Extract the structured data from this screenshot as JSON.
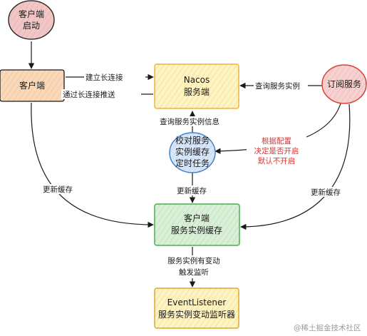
{
  "nodes": {
    "client_start": {
      "lines": [
        "客户端",
        "启动"
      ]
    },
    "client": {
      "lines": [
        "客户端"
      ]
    },
    "nacos": {
      "lines": [
        "Nacos",
        "服务端"
      ]
    },
    "subscribe": {
      "lines": [
        "订阅服务"
      ]
    },
    "verify_task": {
      "lines": [
        "校对服务",
        "实例缓存",
        "定时任务"
      ]
    },
    "client_cache": {
      "lines": [
        "客户端",
        "服务实例缓存"
      ]
    },
    "listener": {
      "lines": [
        "EventListener",
        "服务实例变动监听器"
      ]
    }
  },
  "edges": {
    "build_conn": "建立长连接",
    "push_conn": "通过长连接推送",
    "query_instance": "查询服务实例",
    "query_instance_info": "查询服务实例信息",
    "config_note": [
      "根据配置",
      "决定是否开启",
      "默认不开启"
    ],
    "update_cache_left": "更新缓存",
    "update_cache_mid": "更新缓存",
    "update_cache_right": "更新缓存",
    "instance_change": [
      "服务实例有变动",
      "触发监听"
    ]
  },
  "watermark": "@稀土掘金技术社区",
  "colors": {
    "client_start_fill": "#f3c6c6",
    "client_fill": "#fbd9b8",
    "nacos_fill": "#fff3bf",
    "nacos_stroke": "#f2b33d",
    "subscribe_fill": "#f8d0d0",
    "subscribe_stroke": "#d9413a",
    "verify_fill": "#d7e7fb",
    "verify_stroke": "#4a82c8",
    "cache_fill": "#d8f0d5",
    "cache_stroke": "#4caf50",
    "listener_fill": "#fff3bf",
    "listener_stroke": "#e0a82e",
    "note_text": "#e03131"
  }
}
